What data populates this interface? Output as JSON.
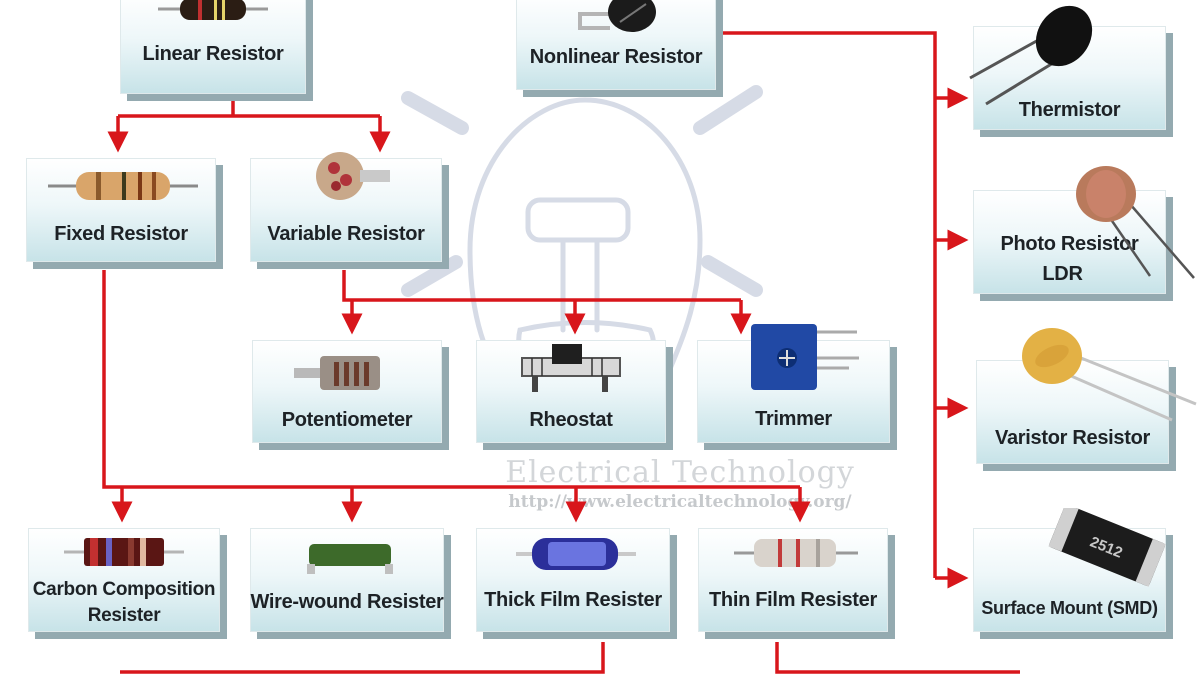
{
  "diagram": {
    "title": "Types of Resistors",
    "watermark": {
      "title": "Electrical Technology",
      "url": "http://www.electricaltechnology.org/"
    },
    "colors": {
      "connector": "#d8161b",
      "box_top": "#ffffff",
      "box_bottom": "#c7e3e8",
      "box_shadow": "#94aab0",
      "label": "#1d2226"
    },
    "nodes": {
      "linear": {
        "label": "Linear Resistor",
        "icon": "axial-resistor-icon"
      },
      "nonlinear": {
        "label": "Nonlinear Resistor",
        "icon": "thermistor-disc-icon"
      },
      "fixed": {
        "label": "Fixed Resistor",
        "icon": "axial-resistor-icon"
      },
      "variable": {
        "label": "Variable Resistor",
        "icon": "rotary-pot-icon"
      },
      "potentiometer": {
        "label": "Potentiometer",
        "icon": "potentiometer-icon"
      },
      "rheostat": {
        "label": "Rheostat",
        "icon": "rheostat-icon"
      },
      "trimmer": {
        "label": "Trimmer",
        "icon": "trimmer-icon"
      },
      "carbon": {
        "label_line1": "Carbon Composition",
        "label_line2": "Resister",
        "icon": "carbon-resistor-icon"
      },
      "wirewound": {
        "label": "Wire-wound Resister",
        "icon": "wirewound-resistor-icon"
      },
      "thickfilm": {
        "label": "Thick Film Resister",
        "icon": "thick-film-resistor-icon"
      },
      "thinfilm": {
        "label": "Thin Film Resister",
        "icon": "thin-film-resistor-icon"
      },
      "thermistor": {
        "label": "Thermistor",
        "icon": "thermistor-icon"
      },
      "ldr": {
        "label_line1": "Photo Resistor",
        "label_line2": "LDR",
        "icon": "ldr-icon"
      },
      "varistor": {
        "label": "Varistor Resistor",
        "icon": "varistor-icon"
      },
      "smd": {
        "label": "Surface Mount (SMD)",
        "icon": "smd-resistor-icon",
        "chip_text": "2512"
      }
    },
    "edges": [
      [
        "Linear Resistor",
        "Fixed Resistor"
      ],
      [
        "Linear Resistor",
        "Variable Resistor"
      ],
      [
        "Variable Resistor",
        "Potentiometer"
      ],
      [
        "Variable Resistor",
        "Rheostat"
      ],
      [
        "Variable Resistor",
        "Trimmer"
      ],
      [
        "Fixed Resistor",
        "Carbon Composition Resister"
      ],
      [
        "Fixed Resistor",
        "Wire-wound Resister"
      ],
      [
        "Fixed Resistor",
        "Thick Film Resister"
      ],
      [
        "Fixed Resistor",
        "Thin Film Resister"
      ],
      [
        "Nonlinear Resistor",
        "Thermistor"
      ],
      [
        "Nonlinear Resistor",
        "Photo Resistor LDR"
      ],
      [
        "Nonlinear Resistor",
        "Varistor Resistor"
      ],
      [
        "Nonlinear Resistor",
        "Surface Mount (SMD)"
      ]
    ]
  }
}
